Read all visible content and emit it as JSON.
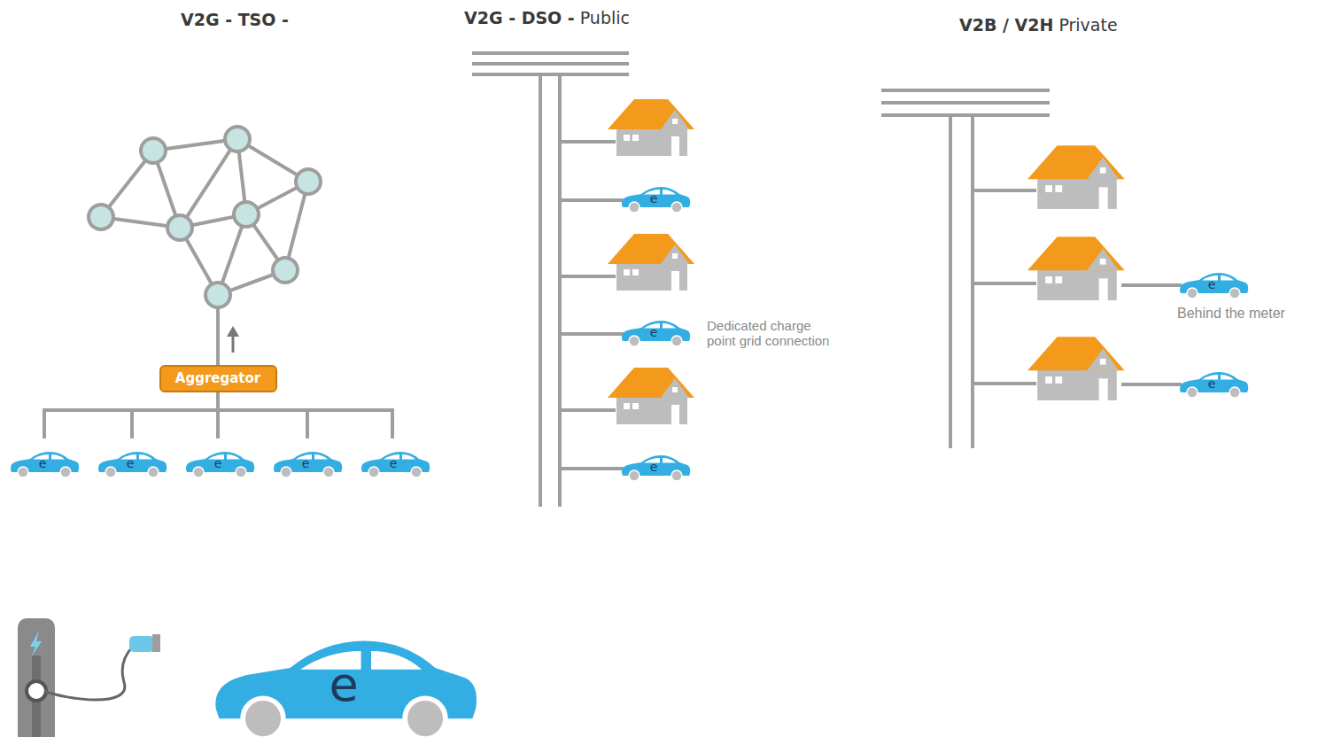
{
  "diagram": {
    "nodes": [
      {
        "text": [
          "Aggregator"
        ]
      }
    ],
    "labels": [
      "V2G - TSO -",
      "V2G - DSO -",
      "Public",
      "V2B / V2H",
      "Private",
      "e",
      "e",
      "e",
      "e",
      "e",
      "e",
      "e",
      "Dedicated charge point grid connection",
      "e",
      "e",
      "Behind the meter",
      "e",
      "e"
    ]
  }
}
